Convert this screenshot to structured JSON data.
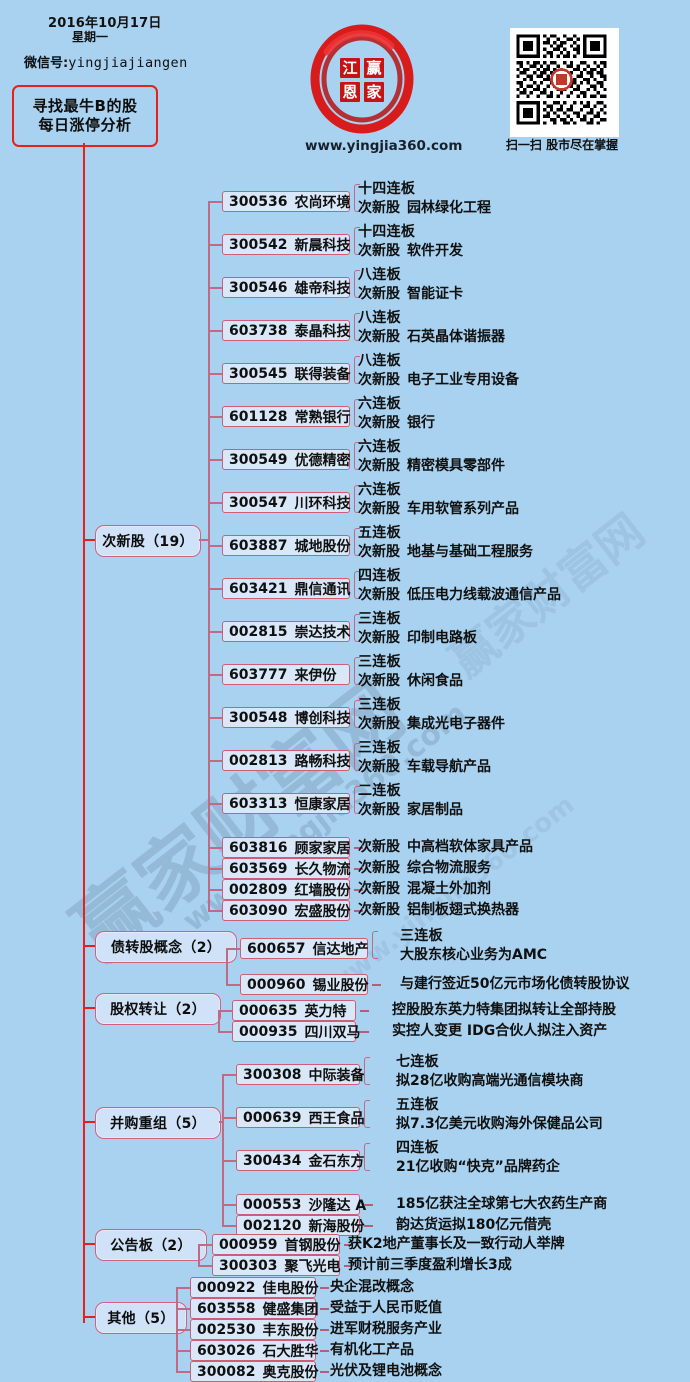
{
  "header": {
    "date": "2016年10月17日",
    "weekday": "星期一",
    "wechat_label": "微信号:",
    "wechat_id": "yingjiajiangen",
    "title_line1": "寻找最牛B的股",
    "title_line2": "每日涨停分析",
    "site_url": "www.yingjia360.com",
    "qr_caption": "扫一扫 股市尽在掌握",
    "logo_chars": [
      "江",
      "赢",
      "恩",
      "家"
    ]
  },
  "watermark": {
    "big": "赢家财富网",
    "url": "www.yingjia360.com"
  },
  "colors": {
    "background": "#a8d2f0",
    "trunk_line": "#e8201c",
    "branch_line": "#c06a85",
    "box_border": "#cf5d78",
    "box_fill": "#d9e8f8",
    "text": "#101010"
  },
  "categories": [
    {
      "label": "次新股（19）",
      "count": 19,
      "items": [
        {
          "code": "300536",
          "name": "农尚环境",
          "streak": "十四连板",
          "tag": "次新股",
          "desc": "园林绿化工程"
        },
        {
          "code": "300542",
          "name": "新晨科技",
          "streak": "十四连板",
          "tag": "次新股",
          "desc": "软件开发"
        },
        {
          "code": "300546",
          "name": "雄帝科技",
          "streak": "八连板",
          "tag": "次新股",
          "desc": "智能证卡"
        },
        {
          "code": "603738",
          "name": "泰晶科技",
          "streak": "八连板",
          "tag": "次新股",
          "desc": "石英晶体谐振器"
        },
        {
          "code": "300545",
          "name": "联得装备",
          "streak": "八连板",
          "tag": "次新股",
          "desc": "电子工业专用设备"
        },
        {
          "code": "601128",
          "name": "常熟银行",
          "streak": "六连板",
          "tag": "次新股",
          "desc": "银行"
        },
        {
          "code": "300549",
          "name": "优德精密",
          "streak": "六连板",
          "tag": "次新股",
          "desc": "精密模具零部件"
        },
        {
          "code": "300547",
          "name": "川环科技",
          "streak": "六连板",
          "tag": "次新股",
          "desc": "车用软管系列产品"
        },
        {
          "code": "603887",
          "name": "城地股份",
          "streak": "五连板",
          "tag": "次新股",
          "desc": "地基与基础工程服务"
        },
        {
          "code": "603421",
          "name": "鼎信通讯",
          "streak": "四连板",
          "tag": "次新股",
          "desc": "低压电力线载波通信产品"
        },
        {
          "code": "002815",
          "name": "崇达技术",
          "streak": "三连板",
          "tag": "次新股",
          "desc": "印制电路板"
        },
        {
          "code": "603777",
          "name": "来伊份",
          "streak": "三连板",
          "tag": "次新股",
          "desc": "休闲食品"
        },
        {
          "code": "300548",
          "name": "博创科技",
          "streak": "三连板",
          "tag": "次新股",
          "desc": "集成光电子器件"
        },
        {
          "code": "002813",
          "name": "路畅科技",
          "streak": "三连板",
          "tag": "次新股",
          "desc": "车载导航产品"
        },
        {
          "code": "603313",
          "name": "恒康家居",
          "streak": "二连板",
          "tag": "次新股",
          "desc": "家居制品"
        },
        {
          "code": "603816",
          "name": "顾家家居",
          "streak": "",
          "tag": "次新股",
          "desc": "中高档软体家具产品"
        },
        {
          "code": "603569",
          "name": "长久物流",
          "streak": "",
          "tag": "次新股",
          "desc": "综合物流服务"
        },
        {
          "code": "002809",
          "name": "红墙股份",
          "streak": "",
          "tag": "次新股",
          "desc": "混凝土外加剂"
        },
        {
          "code": "603090",
          "name": "宏盛股份",
          "streak": "",
          "tag": "次新股",
          "desc": "铝制板翅式换热器"
        }
      ]
    },
    {
      "label": "债转股概念（2）",
      "count": 2,
      "items": [
        {
          "code": "600657",
          "name": "信达地产",
          "streak": "三连板",
          "tag": "",
          "desc": "大股东核心业务为AMC"
        },
        {
          "code": "000960",
          "name": "锡业股份",
          "streak": "",
          "tag": "",
          "desc": "与建行签近50亿元市场化债转股协议"
        }
      ]
    },
    {
      "label": "股权转让（2）",
      "count": 2,
      "items": [
        {
          "code": "000635",
          "name": "英力特",
          "streak": "",
          "tag": "",
          "desc": "控股股东英力特集团拟转让全部持股"
        },
        {
          "code": "000935",
          "name": "四川双马",
          "streak": "",
          "tag": "",
          "desc": "实控人变更 IDG合伙人拟注入资产"
        }
      ]
    },
    {
      "label": "并购重组（5）",
      "count": 5,
      "items": [
        {
          "code": "300308",
          "name": "中际装备",
          "streak": "七连板",
          "tag": "",
          "desc": "拟28亿收购高端光通信模块商"
        },
        {
          "code": "000639",
          "name": "西王食品",
          "streak": "五连板",
          "tag": "",
          "desc": "拟7.3亿美元收购海外保健品公司"
        },
        {
          "code": "300434",
          "name": "金石东方",
          "streak": "四连板",
          "tag": "",
          "desc": "21亿收购“快克”品牌药企"
        },
        {
          "code": "000553",
          "name": "沙隆达 A",
          "streak": "",
          "tag": "",
          "desc": "185亿获注全球第七大农药生产商"
        },
        {
          "code": "002120",
          "name": "新海股份",
          "streak": "",
          "tag": "",
          "desc": "韵达货运拟180亿元借壳"
        }
      ]
    },
    {
      "label": "公告板（2）",
      "count": 2,
      "items": [
        {
          "code": "000959",
          "name": "首钢股份",
          "streak": "",
          "tag": "",
          "desc": "获K2地产董事长及一致行动人举牌"
        },
        {
          "code": "300303",
          "name": "聚飞光电",
          "streak": "",
          "tag": "",
          "desc": "预计前三季度盈利增长3成"
        }
      ]
    },
    {
      "label": "其他（5）",
      "count": 5,
      "items": [
        {
          "code": "000922",
          "name": "佳电股份",
          "streak": "",
          "tag": "",
          "desc": "央企混改概念"
        },
        {
          "code": "603558",
          "name": "健盛集团",
          "streak": "",
          "tag": "",
          "desc": "受益于人民币贬值"
        },
        {
          "code": "002530",
          "name": "丰东股份",
          "streak": "",
          "tag": "",
          "desc": "进军财税服务产业"
        },
        {
          "code": "603026",
          "name": "石大胜华",
          "streak": "",
          "tag": "",
          "desc": "有机化工产品"
        },
        {
          "code": "300082",
          "name": "奥克股份",
          "streak": "",
          "tag": "",
          "desc": "光伏及锂电池概念"
        }
      ]
    }
  ]
}
